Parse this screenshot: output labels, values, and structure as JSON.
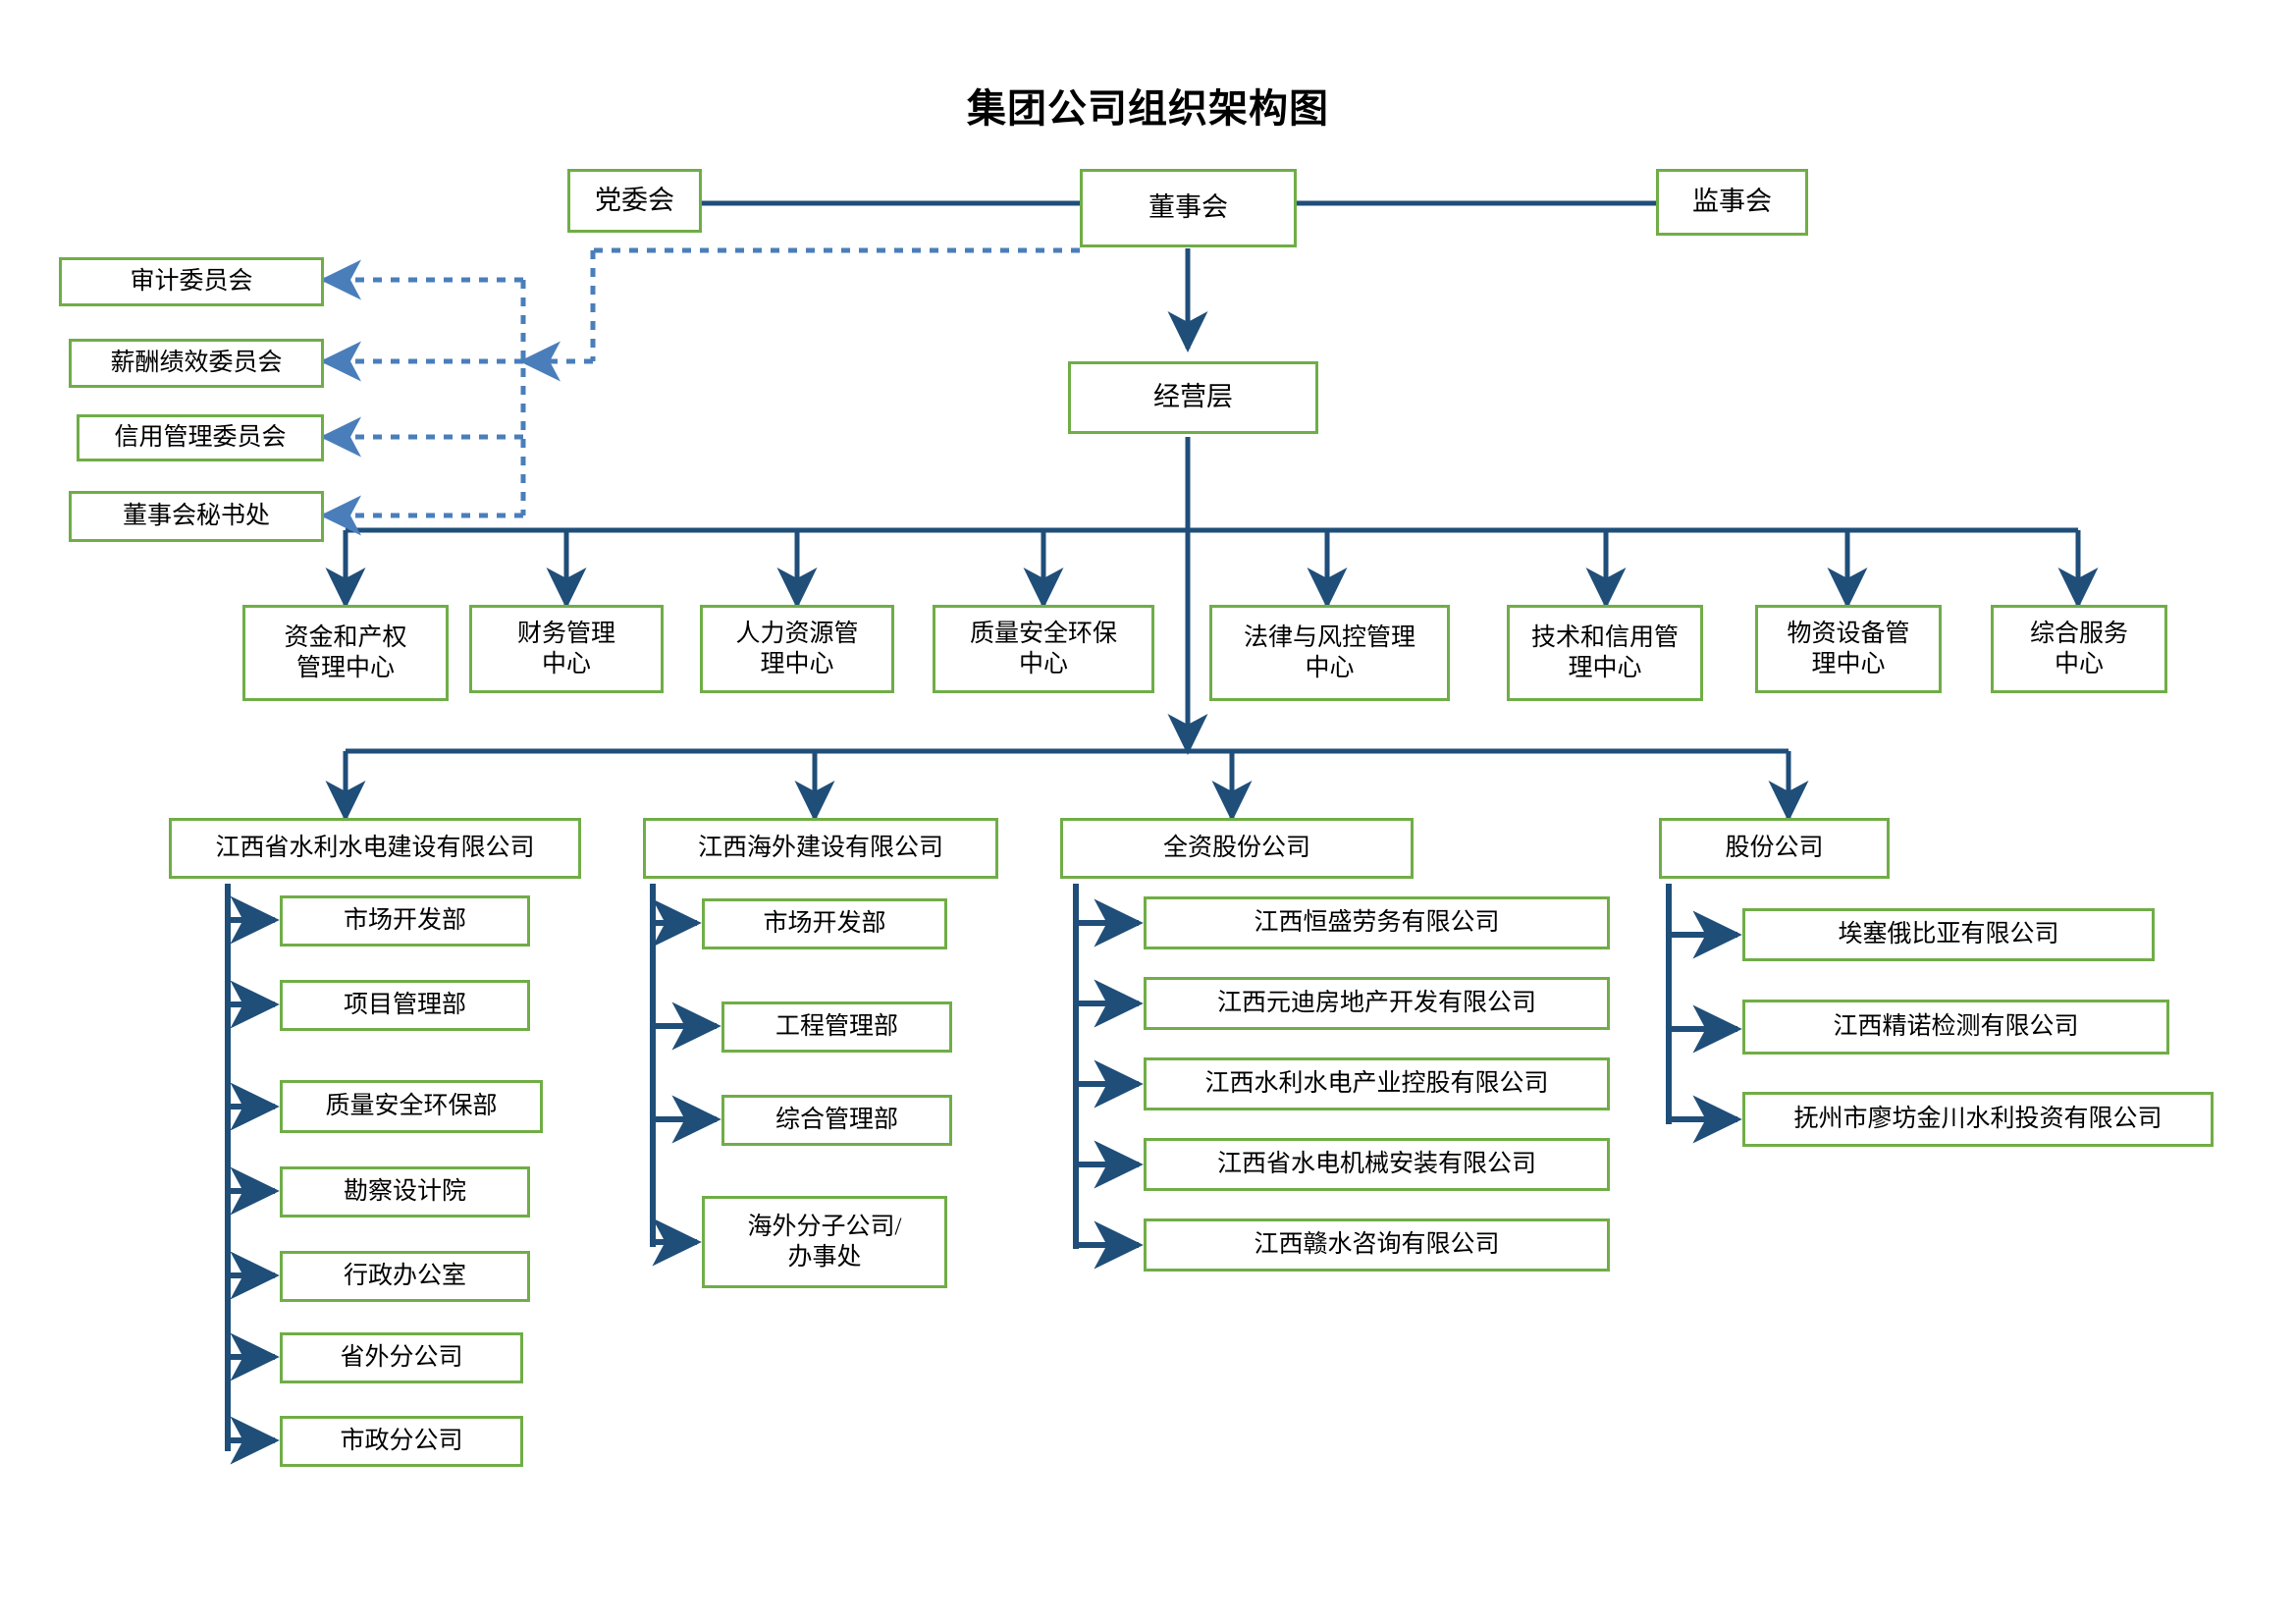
{
  "title": "集团公司组织架构图",
  "colors": {
    "box_border": "#70AD47",
    "connector": "#1F4E79",
    "dotted": "#4A7EBB",
    "background": "#FFFFFF"
  },
  "chart_data": {
    "type": "diagram",
    "title": "集团公司组织架构图",
    "diagram_kind": "organization-chart",
    "levels": 4
  },
  "top": {
    "party_committee": "党委会",
    "board": "董事会",
    "supervisory": "监事会",
    "management": "经营层"
  },
  "committees": [
    {
      "label": "审计委员会"
    },
    {
      "label": "薪酬绩效委员会"
    },
    {
      "label": "信用管理委员会"
    },
    {
      "label": "董事会秘书处"
    }
  ],
  "centers": [
    {
      "label": "资金和产权\n管理中心"
    },
    {
      "label": "财务管理\n中心"
    },
    {
      "label": "人力资源管\n理中心"
    },
    {
      "label": "质量安全环保\n中心"
    },
    {
      "label": "法律与风控管理\n中心"
    },
    {
      "label": "技术和信用管\n理中心"
    },
    {
      "label": "物资设备管\n理中心"
    },
    {
      "label": "综合服务\n中心"
    }
  ],
  "subsidiaries": [
    {
      "label": "江西省水利水电建设有限公司",
      "departments": [
        {
          "label": "市场开发部"
        },
        {
          "label": "项目管理部"
        },
        {
          "label": "质量安全环保部"
        },
        {
          "label": "勘察设计院"
        },
        {
          "label": "行政办公室"
        },
        {
          "label": "省外分公司"
        },
        {
          "label": "市政分公司"
        }
      ]
    },
    {
      "label": "江西海外建设有限公司",
      "departments": [
        {
          "label": "市场开发部"
        },
        {
          "label": "工程管理部"
        },
        {
          "label": "综合管理部"
        },
        {
          "label": "海外分子公司/\n办事处"
        }
      ]
    },
    {
      "label": "全资股份公司",
      "departments": [
        {
          "label": "江西恒盛劳务有限公司"
        },
        {
          "label": "江西元迪房地产开发有限公司"
        },
        {
          "label": "江西水利水电产业控股有限公司"
        },
        {
          "label": "江西省水电机械安装有限公司"
        },
        {
          "label": "江西赣水咨询有限公司"
        }
      ]
    },
    {
      "label": "股份公司",
      "departments": [
        {
          "label": "埃塞俄比亚有限公司"
        },
        {
          "label": "江西精诺检测有限公司"
        },
        {
          "label": "抚州市廖坊金川水利投资有限公司"
        }
      ]
    }
  ]
}
